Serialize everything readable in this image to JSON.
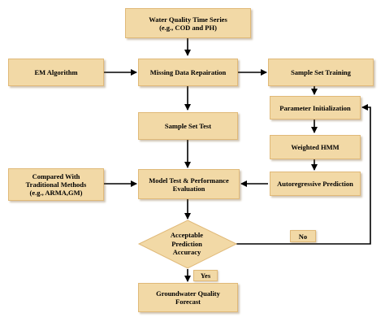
{
  "nodes": {
    "water_quality": {
      "line1": "Water Quality Time Series",
      "line2": "(e.g., COD and PH)"
    },
    "em_algorithm": {
      "label": "EM Algorithm"
    },
    "missing_data": {
      "label": "Missing Data Repairation"
    },
    "sample_set_training": {
      "label": "Sample Set Training"
    },
    "parameter_init": {
      "label": "Parameter Initialization"
    },
    "sample_set_test": {
      "label": "Sample Set Test"
    },
    "weighted_hmm": {
      "label": "Weighted HMM"
    },
    "compared_with": {
      "line1": "Compared With",
      "line2": "Traditional Methods",
      "line3": "(e.g., ARMA,GM)"
    },
    "model_test": {
      "line1": "Model Test & Performance",
      "line2": "Evaluation"
    },
    "autoregressive": {
      "label": "Autoregressive Prediction"
    },
    "acceptable": {
      "line1": "Acceptable",
      "line2": "Prediction",
      "line3": "Accuracy"
    },
    "groundwater": {
      "line1": "Groundwater Quality",
      "line2": "Forecast"
    }
  },
  "edge_labels": {
    "no": "No",
    "yes": "Yes"
  }
}
